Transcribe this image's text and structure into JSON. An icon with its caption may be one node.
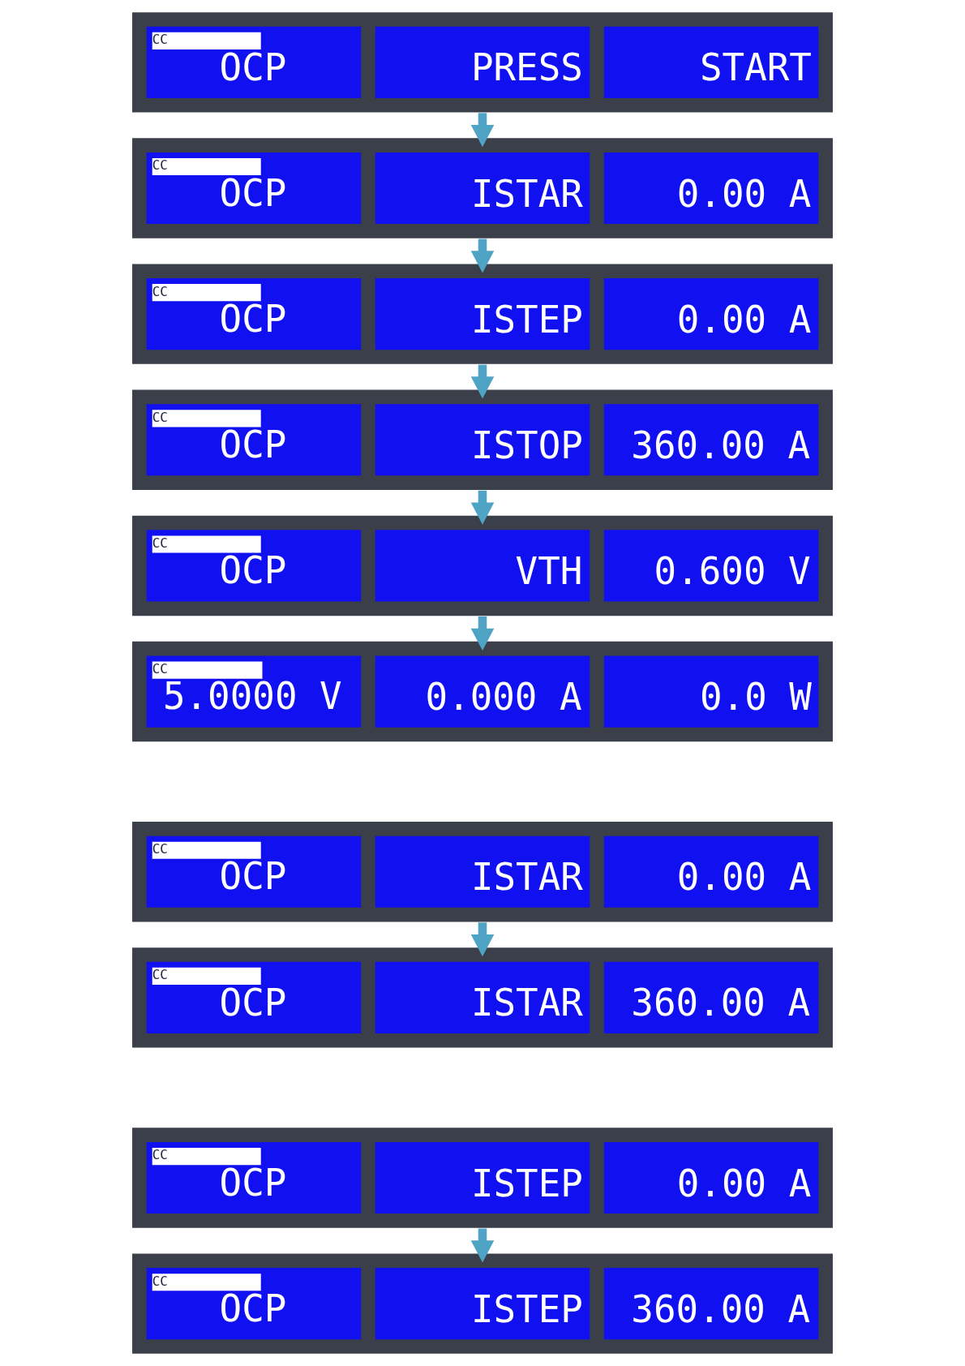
{
  "diagram": {
    "nodes": [
      {
        "text": [
          "CC",
          "OCP",
          "PRESS",
          "START"
        ]
      },
      {
        "text": [
          "CC",
          "OCP",
          "ISTAR",
          "0.00 A"
        ]
      },
      {
        "text": [
          "CC",
          "OCP",
          "ISTEP",
          "0.00 A"
        ]
      },
      {
        "text": [
          "CC",
          "OCP",
          "ISTOP",
          "360.00 A"
        ]
      },
      {
        "text": [
          "CC",
          "OCP",
          "VTH",
          "0.600 V"
        ]
      },
      {
        "text": [
          "CC",
          "5.0000 V",
          "0.000 A",
          "0.0 W"
        ]
      },
      {
        "text": [
          "CC",
          "OCP",
          "ISTAR",
          "0.00 A"
        ]
      },
      {
        "text": [
          "CC",
          "OCP",
          "ISTAR",
          "360.00 A"
        ]
      },
      {
        "text": [
          "CC",
          "OCP",
          "ISTEP",
          "0.00 A"
        ]
      },
      {
        "text": [
          "CC",
          "OCP",
          "ISTEP",
          "360.00 A"
        ]
      }
    ],
    "edges": [
      {
        "from": 0,
        "to": 1,
        "arrow": "to"
      },
      {
        "from": 1,
        "to": 2,
        "arrow": "to"
      },
      {
        "from": 2,
        "to": 3,
        "arrow": "to"
      },
      {
        "from": 3,
        "to": 4,
        "arrow": "to"
      },
      {
        "from": 4,
        "to": 5,
        "arrow": "to"
      },
      {
        "from": 6,
        "to": 7,
        "arrow": "to"
      },
      {
        "from": 8,
        "to": 9,
        "arrow": "to"
      }
    ]
  }
}
